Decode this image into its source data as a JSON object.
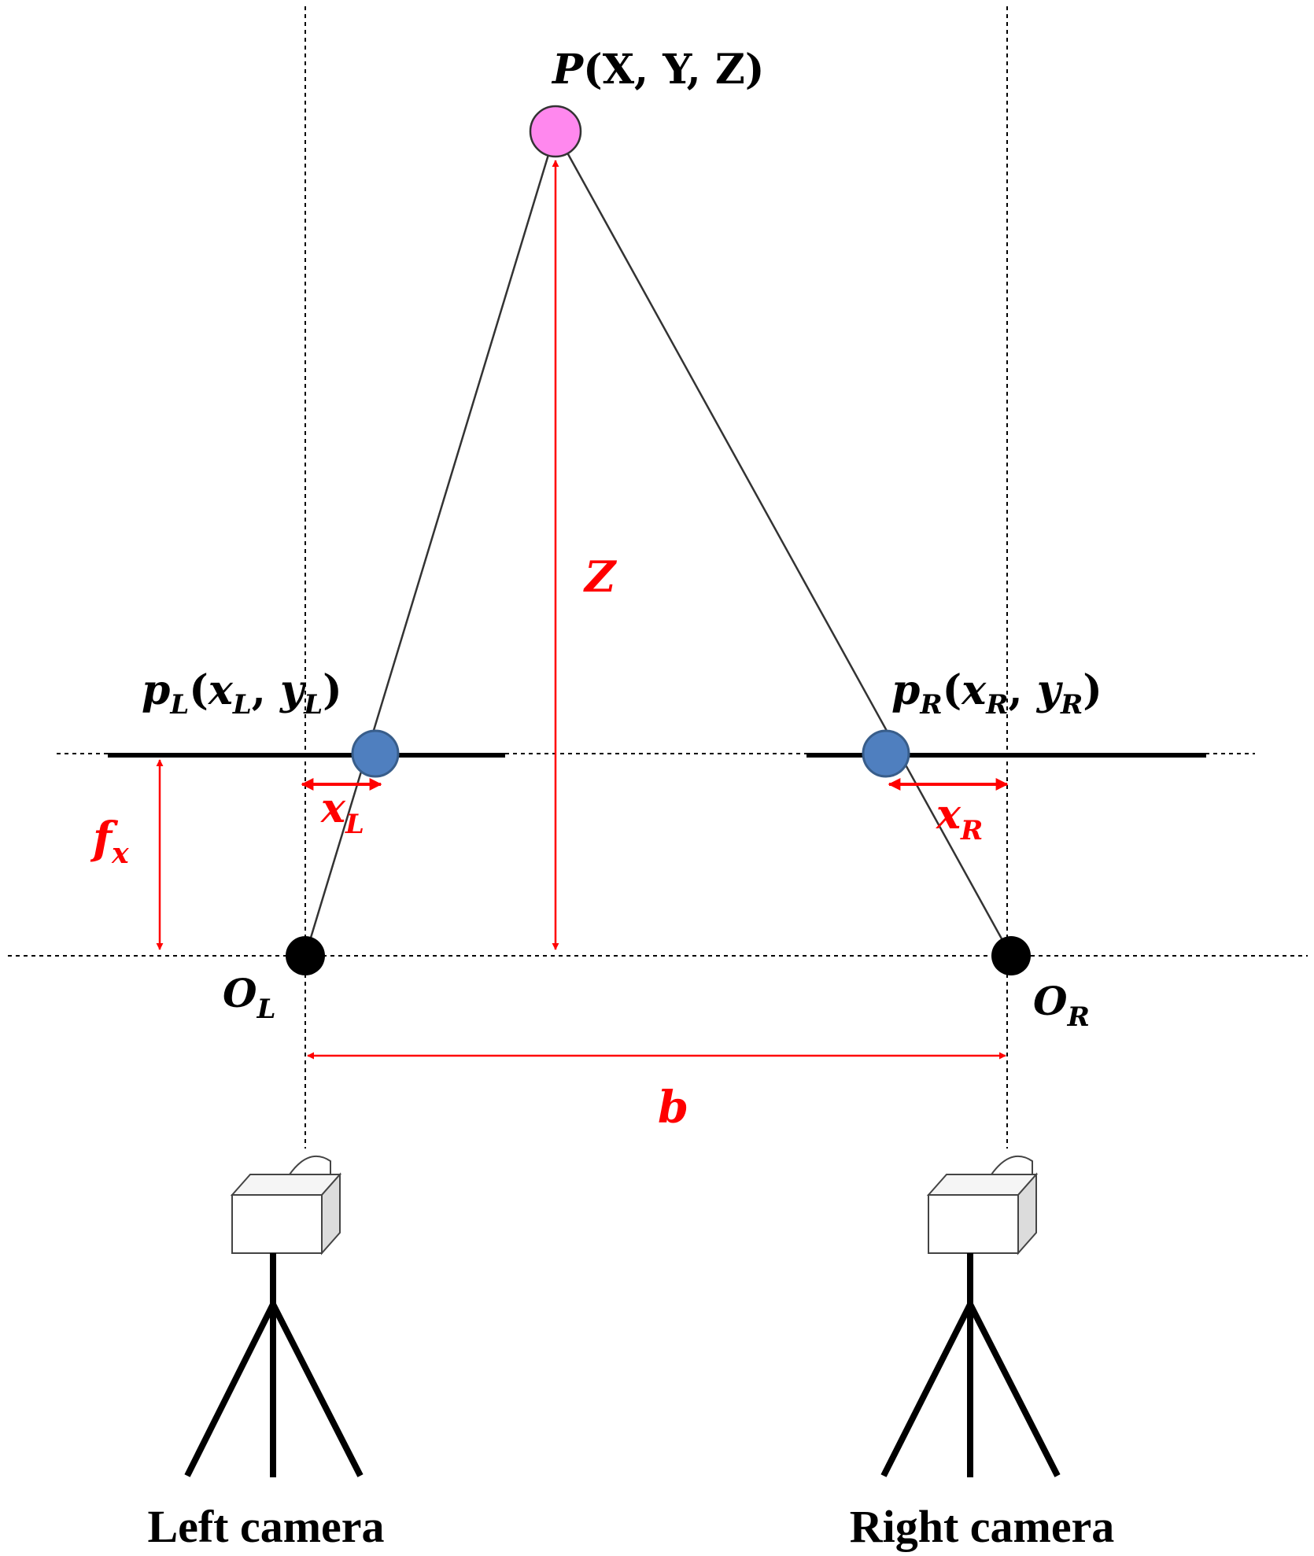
{
  "colors": {
    "accent": "#ff0000",
    "point_P": "#ff88ee",
    "image_points": "#4f7fbf",
    "image_point_stroke": "#385d8a",
    "camera_centers": "#000000",
    "lines": "#000000"
  },
  "point_P": {
    "sym": "P",
    "args": "(X, Y, Z)"
  },
  "left_image_point": {
    "sym": "p",
    "sub": "L",
    "open": "(",
    "x": "x",
    "xsub": "L",
    "comma": ", ",
    "y": "y",
    "ysub": "L",
    "close": ")"
  },
  "right_image_point": {
    "sym": "p",
    "sub": "R",
    "open": "(",
    "x": "x",
    "xsub": "R",
    "comma": ", ",
    "y": "y",
    "ysub": "R",
    "close": ")"
  },
  "left_center": {
    "sym": "O",
    "sub": "L"
  },
  "right_center": {
    "sym": "O",
    "sub": "R"
  },
  "depth_label": "Z",
  "focal_label": {
    "sym": "f",
    "sub": "x"
  },
  "xL_label": {
    "sym": "x",
    "sub": "L"
  },
  "xR_label": {
    "sym": "x",
    "sub": "R"
  },
  "baseline_label": "b",
  "left_camera_label": "Left camera",
  "right_camera_label": "Right camera"
}
